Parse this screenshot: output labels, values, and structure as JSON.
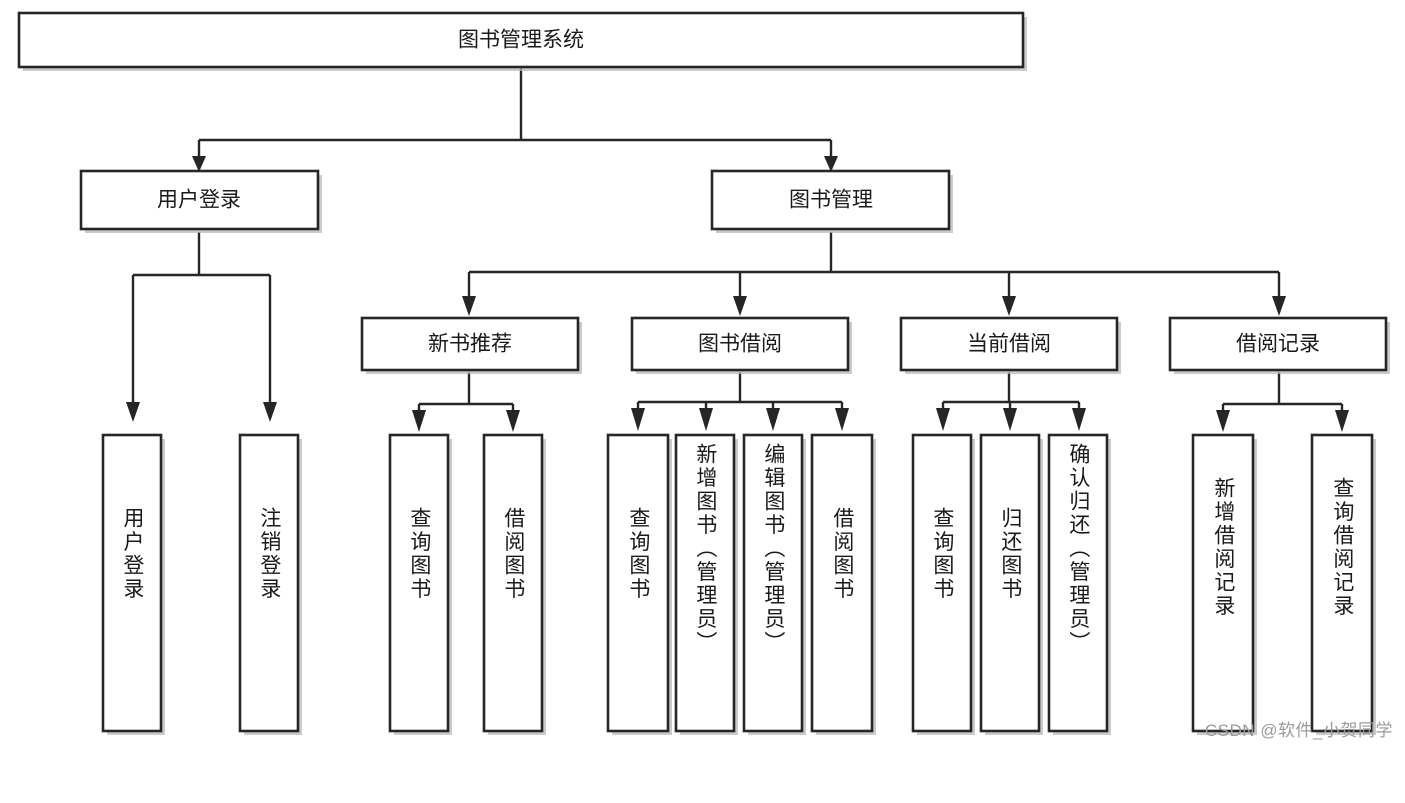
{
  "diagram": {
    "title": "图书管理系统",
    "type": "tree-hierarchy-diagram",
    "watermark": "CSDN @软件_小贺同学",
    "colors": {
      "box_fill": "#ffffff",
      "box_stroke": "#262626",
      "edge": "#262626",
      "text": "#1a1a1a",
      "watermark": "#9a9a9a",
      "background": "#ffffff"
    },
    "root": {
      "label": "图书管理系统"
    },
    "level2": [
      {
        "label": "用户登录"
      },
      {
        "label": "图书管理"
      }
    ],
    "level3": [
      {
        "label": "新书推荐"
      },
      {
        "label": "图书借阅"
      },
      {
        "label": "当前借阅"
      },
      {
        "label": "借阅记录"
      }
    ],
    "leaves": {
      "user_login": [
        {
          "label": "用户登录"
        },
        {
          "label": "注销登录"
        }
      ],
      "new_book_recommend": [
        {
          "label": "查询图书"
        },
        {
          "label": "借阅图书"
        }
      ],
      "book_borrow": [
        {
          "label": "查询图书"
        },
        {
          "label": "新增图书（管理员）"
        },
        {
          "label": "编辑图书（管理员）"
        },
        {
          "label": "借阅图书"
        }
      ],
      "current_borrow": [
        {
          "label": "查询图书"
        },
        {
          "label": "归还图书"
        },
        {
          "label": "确认归还（管理员）"
        }
      ],
      "borrow_record": [
        {
          "label": "新增借阅记录"
        },
        {
          "label": "查询借阅记录"
        }
      ]
    }
  }
}
